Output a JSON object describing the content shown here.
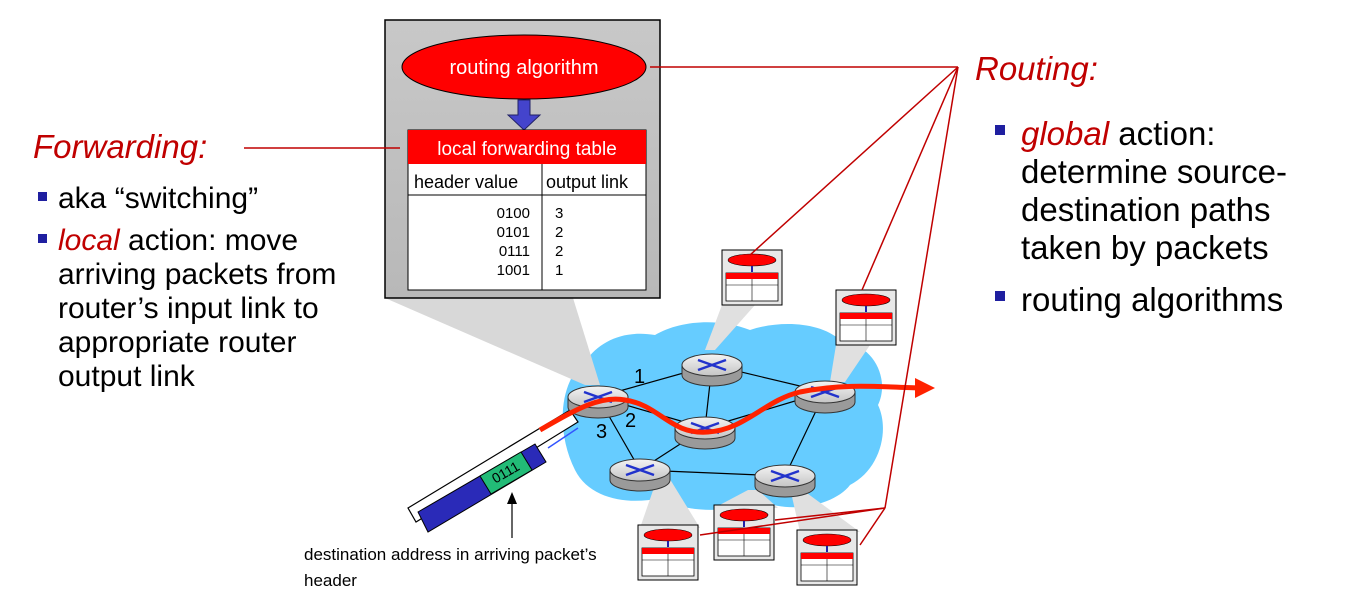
{
  "forwarding": {
    "heading": "Forwarding:",
    "bullets": [
      {
        "em": "",
        "text": "aka “switching”"
      },
      {
        "em": "local",
        "text": " action: move arriving packets from router’s input link to appropriate router output link"
      }
    ]
  },
  "routing": {
    "heading": "Routing:",
    "bullets": [
      {
        "em": "global",
        "text": " action: determine source-destination paths taken by packets"
      },
      {
        "em": "",
        "text": "routing algorithms"
      }
    ]
  },
  "router_box": {
    "algorithm_label": "routing algorithm",
    "table_title": "local forwarding table",
    "col_header_value": "header value",
    "col_output_link": "output link",
    "rows": [
      {
        "header": "0100",
        "link": "3"
      },
      {
        "header": "0101",
        "link": "2"
      },
      {
        "header": "0111",
        "link": "2"
      },
      {
        "header": "1001",
        "link": "1"
      }
    ]
  },
  "packet": {
    "header_value": "0111"
  },
  "link_labels": [
    "1",
    "2",
    "3"
  ],
  "caption": "destination address in arriving packet’s header",
  "colors": {
    "accent_red": "#c00000",
    "fill_red": "#ff0000",
    "network_blue": "#66ccff",
    "bullet_navy": "#1f1fa0",
    "packet_blue": "#2a2ab8",
    "packet_header_green": "#22bb77",
    "router_gray": "#c8c8c8"
  }
}
